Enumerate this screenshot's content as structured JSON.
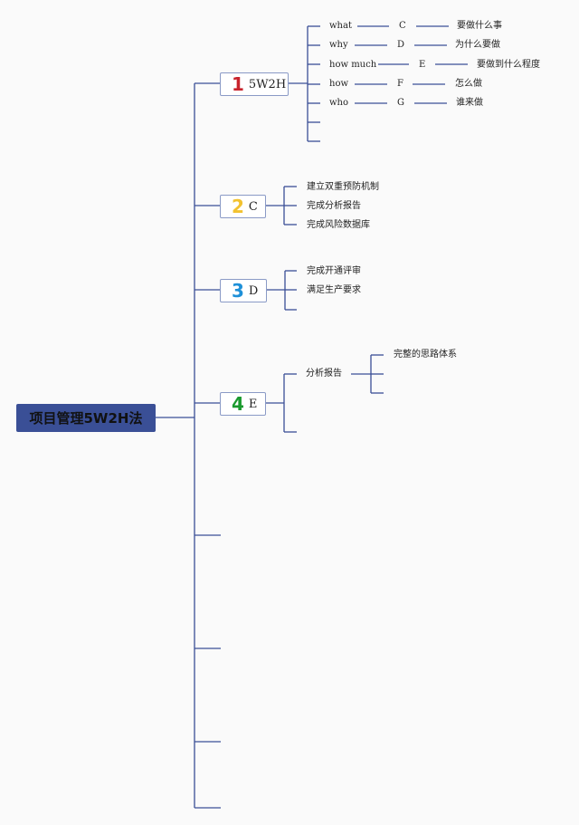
{
  "root": {
    "title": "项目管理5W2H法"
  },
  "branches": [
    {
      "number": "1",
      "label": "5W2H",
      "color": "#c8232c"
    },
    {
      "number": "2",
      "label": "C",
      "color": "#f2c230"
    },
    {
      "number": "3",
      "label": "D",
      "color": "#1e90d8"
    },
    {
      "number": "4",
      "label": "E",
      "color": "#1a9a2e"
    }
  ],
  "w5h2_rows": [
    {
      "term": "what",
      "code": "C",
      "meaning": "要做什么事"
    },
    {
      "term": "why",
      "code": "D",
      "meaning": "为什么要做"
    },
    {
      "term": "how much",
      "code": "E",
      "meaning": "要做到什么程度"
    },
    {
      "term": "how",
      "code": "F",
      "meaning": "怎么做"
    },
    {
      "term": "who",
      "code": "G",
      "meaning": "谁来做"
    }
  ],
  "c_items": [
    "建立双重预防机制",
    "完成分析报告",
    "完成风险数据库"
  ],
  "d_items": [
    "完成开通评审",
    "满足生产要求"
  ],
  "e_items": [
    "分析报告"
  ],
  "e_sub_items": [
    "完整的思路体系"
  ],
  "line_color": "#3a4f96"
}
